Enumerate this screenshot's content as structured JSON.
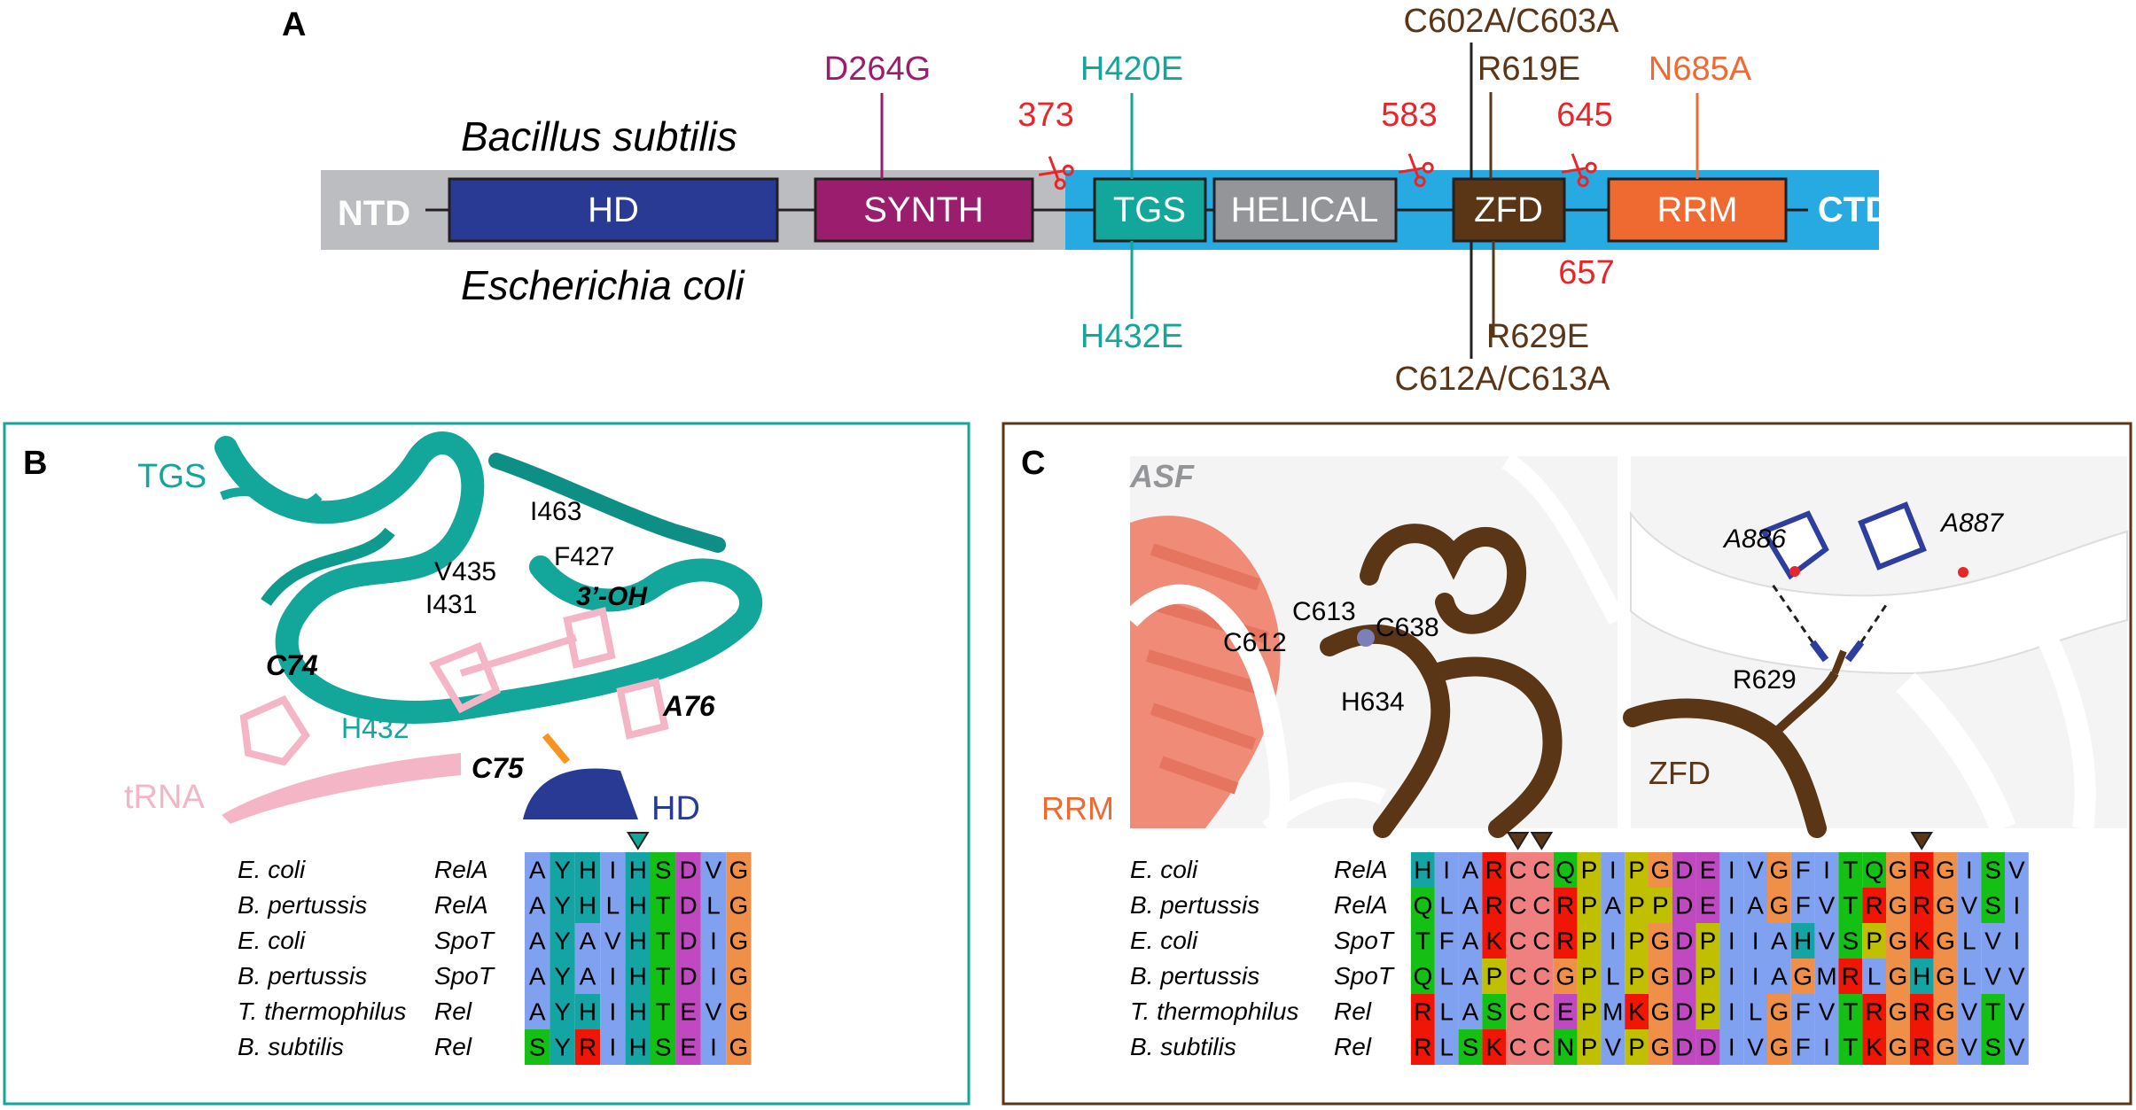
{
  "panel_a": {
    "label": "A",
    "species_top": "Bacillus subtilis",
    "species_bottom": "Escherichia coli",
    "ntd": "NTD",
    "ctd": "CTD",
    "domains": {
      "hd": "HD",
      "synth": "SYNTH",
      "tgs": "TGS",
      "helical": "HELICAL",
      "zfd": "ZFD",
      "rrm": "RRM"
    },
    "cleavage_sites": {
      "s373": "373",
      "s583": "583",
      "s645": "645",
      "s657": "657"
    },
    "mutations": {
      "d264g": "D264G",
      "h420e": "H420E",
      "h432e": "H432E",
      "c602a": "C602A/C603A",
      "r619e": "R619E",
      "n685a": "N685A",
      "r629e": "R629E",
      "c612a": "C612A/C613A"
    },
    "colors": {
      "ntd_gray": "#bcbdc0",
      "ctd_blue": "#27aae1",
      "hd": "#283a93",
      "synth": "#9b1d6e",
      "tgs": "#13a69a",
      "helical": "#939598",
      "zfd": "#5a3516",
      "rrm": "#ef6a30",
      "cleavage_red": "#e8262a"
    }
  },
  "panel_b": {
    "label": "B",
    "tgs": "TGS",
    "trna": "tRNA",
    "hd": "HD",
    "residues": {
      "i463": "I463",
      "f427": "F427",
      "v435": "V435",
      "i431": "I431",
      "three_oh": "3’-OH",
      "c74": "C74",
      "h432": "H432",
      "a76": "A76",
      "c75": "C75"
    },
    "alignment": {
      "rows": [
        {
          "species": "E. coli",
          "protein": "RelA",
          "seq": "AYHIHSDVG"
        },
        {
          "species": "B. pertussis",
          "protein": "RelA",
          "seq": "AYHLHTDLG"
        },
        {
          "species": "E. coli",
          "protein": "SpoT",
          "seq": "AYAVHTDIG"
        },
        {
          "species": "B. pertussis",
          "protein": "SpoT",
          "seq": "AYAIHTDIG"
        },
        {
          "species": "T. thermophilus",
          "protein": "Rel",
          "seq": "AYHIHTEVG"
        },
        {
          "species": "B. subtilis",
          "protein": "Rel",
          "seq": "SYRIHSEIG"
        }
      ]
    }
  },
  "panel_c": {
    "label": "C",
    "asf": "ASF",
    "rrm": "RRM",
    "zfd": "ZFD",
    "residues": {
      "c613": "C613",
      "c612": "C612",
      "c638": "C638",
      "h634": "H634",
      "a886": "A886",
      "a887": "A887",
      "r629": "R629"
    },
    "alignment": {
      "rows": [
        {
          "species": "E. coli",
          "protein": "RelA",
          "seq": "HIARCCQPIPGDEIVGFITQGRGISV"
        },
        {
          "species": "B. pertussis",
          "protein": "RelA",
          "seq": "QLARCCRPAPPDEIAGFVTRGRGVSI"
        },
        {
          "species": "E. coli",
          "protein": "SpoT",
          "seq": "TFAKCCRPIPGDPIIAHVSPGKGLVI"
        },
        {
          "species": "B. pertussis",
          "protein": "SpoT",
          "seq": "QLAPCCGPLPGDPIIAGMRLGHGLVV"
        },
        {
          "species": "T. thermophilus",
          "protein": "Rel",
          "seq": "RLASCCEPMKGDPILGFVTRGRGVTV"
        },
        {
          "species": "B. subtilis",
          "protein": "Rel",
          "seq": "RLSKCCNPVPGDDIVGFITKGRGVSV"
        }
      ]
    }
  }
}
